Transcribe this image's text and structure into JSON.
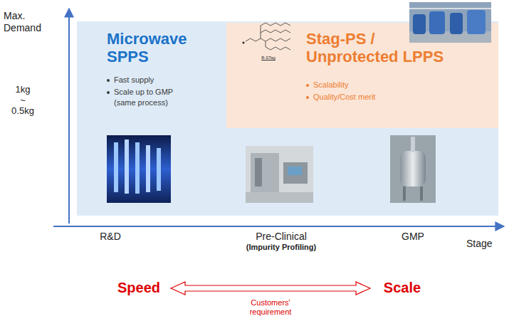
{
  "diagram": {
    "nodes": [
      {
        "text": [
          "Microwave SPPS",
          "Fast supply",
          "Scale up to GMP (same process)"
        ]
      },
      {
        "text": [
          "Stag-PS / Unprotected LPPS",
          "Scalability",
          "Quality/Cost merit"
        ],
        "in": 0
      }
    ],
    "labels": [
      "Max. Demand",
      "1kg",
      "~",
      "0.5kg",
      "B-STag",
      "R&D",
      "Pre-Clinical",
      "(Impurity Profiling)",
      "GMP",
      "Stage",
      "Speed",
      "Scale",
      "Customers' requirement"
    ]
  }
}
